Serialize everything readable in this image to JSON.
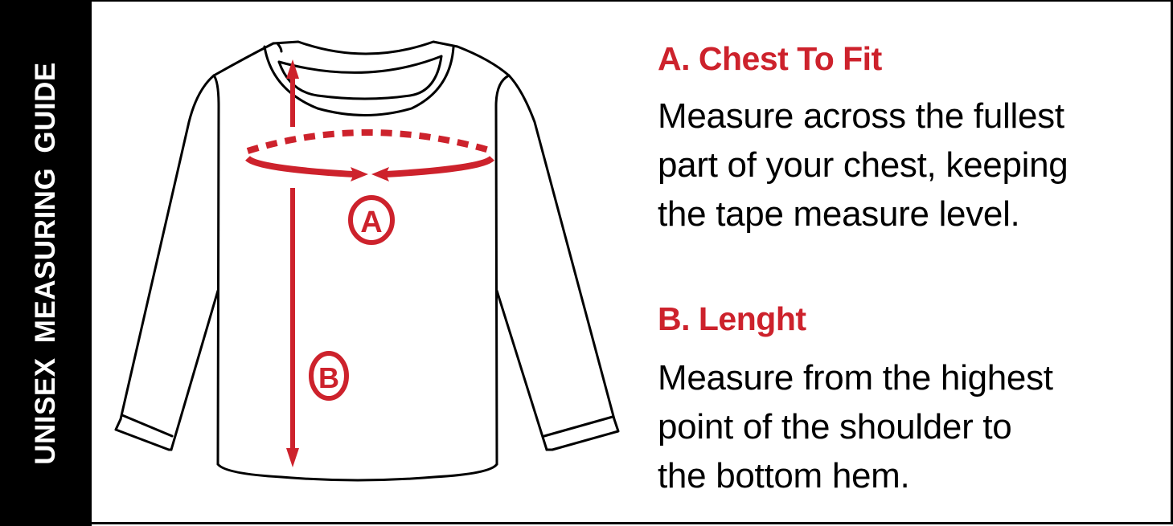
{
  "side_title": "UNISEX  MEASURING  GUIDE",
  "colors": {
    "accent": "#cd222c",
    "band": "#000000",
    "background": "#ffffff",
    "text": "#000000"
  },
  "illustration": {
    "subject": "long-sleeve-shirt",
    "markers": [
      {
        "letter": "A",
        "meaning": "chest circumference"
      },
      {
        "letter": "B",
        "meaning": "length shoulder to hem"
      }
    ]
  },
  "sections": [
    {
      "heading": "A. Chest To Fit",
      "lines": [
        "Measure across the fullest",
        "part of your chest, keeping",
        "the tape measure level."
      ]
    },
    {
      "heading": "B. Lenght",
      "lines": [
        "Measure from the highest",
        "point of the shoulder to",
        "the bottom hem."
      ]
    }
  ]
}
